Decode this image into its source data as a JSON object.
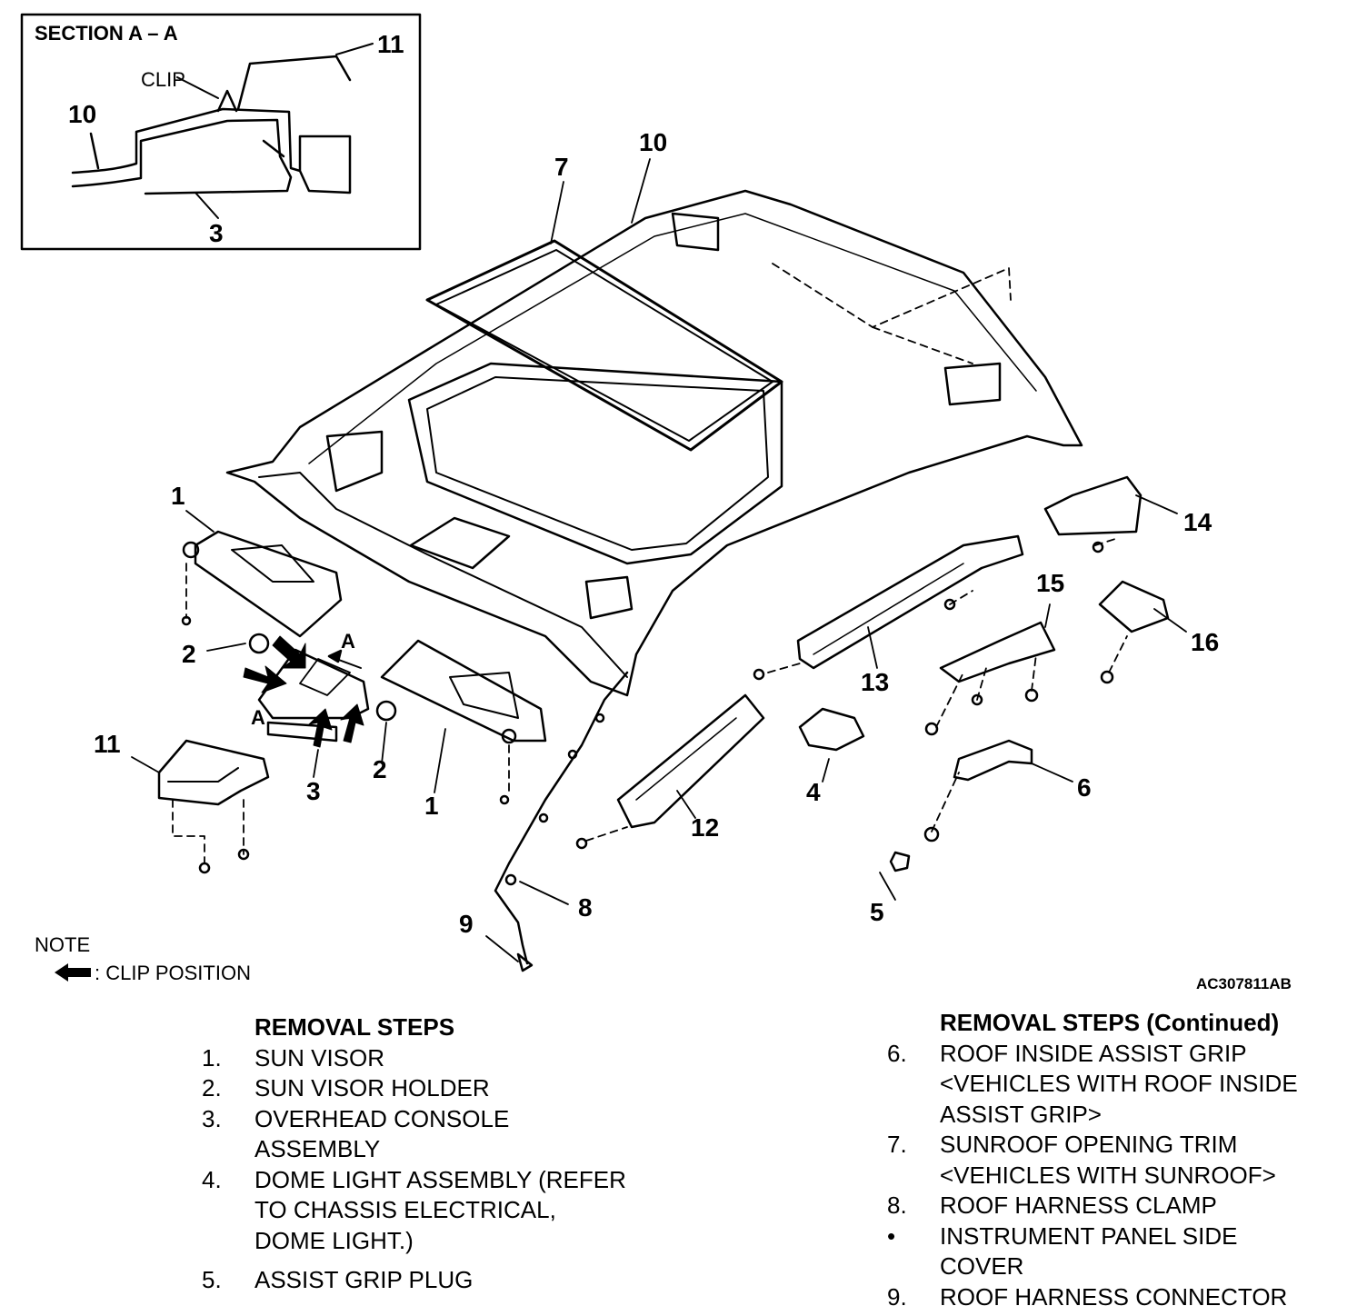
{
  "section": {
    "title": "SECTION A – A",
    "clip_label": "CLIP",
    "labels": [
      "11",
      "10",
      "3"
    ]
  },
  "callouts": [
    "1",
    "2",
    "3",
    "11",
    "2",
    "1",
    "8",
    "9",
    "12",
    "13",
    "4",
    "5",
    "6",
    "15",
    "16",
    "14",
    "7",
    "10"
  ],
  "section_marks": [
    "A",
    "A"
  ],
  "note": {
    "title": "NOTE",
    "legend": ": CLIP POSITION"
  },
  "figure_code": "AC307811AB",
  "removal_steps": {
    "heading": "REMOVAL STEPS",
    "items": [
      {
        "num": "1.",
        "text": "SUN VISOR"
      },
      {
        "num": "2.",
        "text": "SUN VISOR HOLDER"
      },
      {
        "num": "3.",
        "text": "OVERHEAD CONSOLE\nASSEMBLY"
      },
      {
        "num": "4.",
        "text": "DOME LIGHT ASSEMBLY (REFER\nTO CHASSIS ELECTRICAL,\n DOME LIGHT.)"
      },
      {
        "num": "5.",
        "text": "ASSIST GRIP PLUG"
      }
    ]
  },
  "removal_steps_continued": {
    "heading": "REMOVAL STEPS (Continued)",
    "items": [
      {
        "num": "6.",
        "text": "ROOF INSIDE ASSIST GRIP\n<VEHICLES WITH ROOF INSIDE\nASSIST GRIP>"
      },
      {
        "num": "7.",
        "text": "SUNROOF OPENING TRIM\n<VEHICLES WITH SUNROOF>"
      },
      {
        "num": "8.",
        "text": "ROOF HARNESS CLAMP"
      },
      {
        "num": "•",
        "text": "INSTRUMENT PANEL SIDE\nCOVER"
      },
      {
        "num": "9.",
        "text": "ROOF HARNESS CONNECTOR"
      }
    ]
  }
}
